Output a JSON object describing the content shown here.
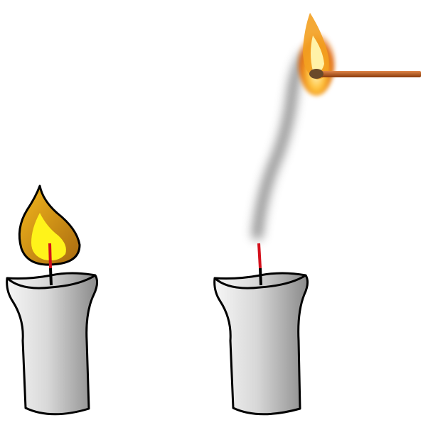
{
  "colors": {
    "background": "#ffffff",
    "candle_light": "#f4f4f4",
    "candle_dark": "#8c8c8c",
    "outline": "#000000",
    "wick_red": "#d4101c",
    "flame_outer": "#e8a016",
    "flame_inner": "#fff31a",
    "match_stick": "#c05a18",
    "smoke": "#7a7a7a"
  },
  "scene": {
    "left_candle": "lit",
    "right_candle": "extinguished-smoking",
    "match": "burning"
  }
}
